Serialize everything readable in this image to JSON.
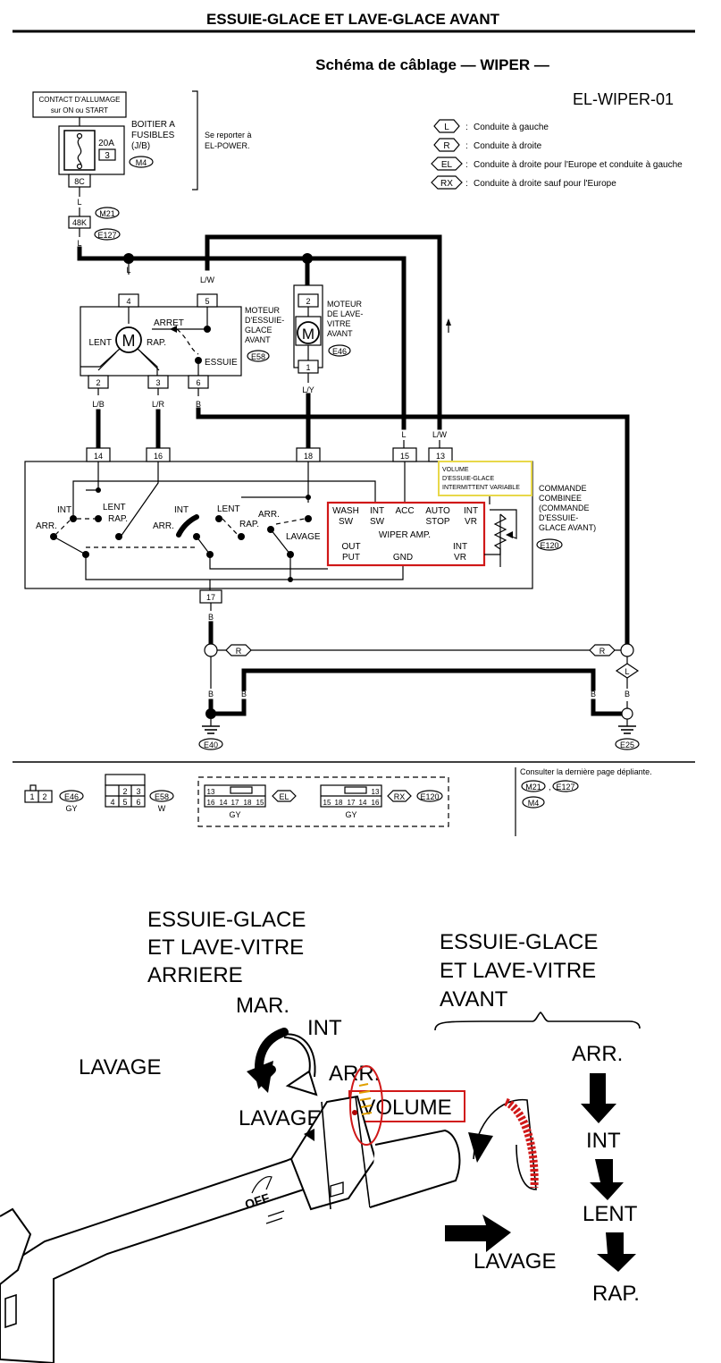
{
  "header": {
    "title": "ESSUIE-GLACE ET LAVE-GLACE AVANT",
    "subtitle": "Schéma de câblage — WIPER —",
    "code": "EL-WIPER-01"
  },
  "legend": [
    {
      "key": "L",
      "text": "Conduite à gauche"
    },
    {
      "key": "R",
      "text": "Conduite à droite"
    },
    {
      "key": "EL",
      "text": "Conduite à droite pour l'Europe et conduite à gauche"
    },
    {
      "key": "RX",
      "text": "Conduite à droite sauf pour l'Europe"
    }
  ],
  "ignition": {
    "line1": "CONTACT D'ALLUMAGE",
    "line2": "sur ON ou START"
  },
  "fuse_box": {
    "label_lines": [
      "BOITIER A",
      "FUSIBLES",
      "(J/B)"
    ],
    "connector": "M4",
    "fuse_amp": "20A",
    "fuse_no": "3",
    "pin": "8C",
    "ref_lines": [
      "Se reporter à",
      "EL-POWER."
    ]
  },
  "harness": {
    "pin": "48K",
    "conn_a": "M21",
    "conn_b": "E127"
  },
  "front_motor": {
    "label_lines": [
      "MOTEUR",
      "D'ESSUIE-",
      "GLACE",
      "AVANT"
    ],
    "connector": "E58",
    "arret": "ARRET",
    "lent": "LENT",
    "rap": "RAP.",
    "essuie": "ESSUIE",
    "pins": [
      "4",
      "5",
      "2",
      "3",
      "6"
    ]
  },
  "washer_motor": {
    "label_lines": [
      "MOTEUR",
      "DE LAVE-",
      "VITRE",
      "AVANT"
    ],
    "connector": "E46",
    "pins": [
      "2",
      "1"
    ]
  },
  "wires": {
    "L": "L",
    "LW": "L/W",
    "LB": "L/B",
    "LR": "L/R",
    "B": "B",
    "LY": "L/Y",
    "R": "R"
  },
  "combi_switch": {
    "label_lines": [
      "COMMANDE",
      "COMBINEE",
      "(COMMANDE",
      "D'ESSUIE-",
      "GLACE AVANT)"
    ],
    "connector": "E120",
    "pins": [
      "14",
      "16",
      "18",
      "15",
      "13",
      "17"
    ],
    "volume_lines": [
      "VOLUME",
      "D'ESSUIE-GLACE",
      "INTERMITTENT VARIABLE"
    ],
    "int": "INT",
    "lent": "LENT",
    "rap": "RAP.",
    "arr": "ARR.",
    "lavage": "LAVAGE",
    "amp": {
      "top": [
        "WASH",
        "SW",
        "INT",
        "SW",
        "ACC",
        "AUTO",
        "STOP",
        "INT",
        "VR"
      ],
      "name": "WIPER AMP.",
      "bottom": [
        "OUT",
        "PUT",
        "GND",
        "INT",
        "VR"
      ]
    }
  },
  "grounds": [
    "E40",
    "E25"
  ],
  "connectors": {
    "e46_pins": [
      "1",
      "2"
    ],
    "e46_name": "E46",
    "e46_color": "GY",
    "e58_pins": [
      "2",
      "3",
      "4",
      "5",
      "6"
    ],
    "e58_name": "E58",
    "e58_color": "W",
    "el_top": "13",
    "el_pins": [
      "16",
      "14",
      "17",
      "18",
      "15"
    ],
    "el_tag": "EL",
    "el_color": "GY",
    "rx_top": "13",
    "rx_pins": [
      "15",
      "18",
      "17",
      "14",
      "16"
    ],
    "rx_tag": "RX",
    "rx_name": "E120",
    "rx_color": "GY",
    "ref_text": "Consulter la dernière page dépliante.",
    "ref_conns": [
      "M21",
      "E127",
      "M4"
    ]
  },
  "stalk": {
    "rear_title": [
      "ESSUIE-GLACE",
      "ET LAVE-VITRE",
      "ARRIERE"
    ],
    "rear_mar": "MAR.",
    "rear_int": "INT",
    "rear_arr": "ARR.",
    "rear_lavage_left": "LAVAGE",
    "rear_lavage_bottom": "LAVAGE",
    "volume": "VOLUME",
    "front_title": [
      "ESSUIE-GLACE",
      "ET LAVE-VITRE",
      "AVANT"
    ],
    "front_arr": "ARR.",
    "front_int": "INT",
    "front_lent": "LENT",
    "front_rap": "RAP.",
    "front_lavage": "LAVAGE",
    "knob_off": "OFF",
    "highlight_color": "#d01818"
  }
}
